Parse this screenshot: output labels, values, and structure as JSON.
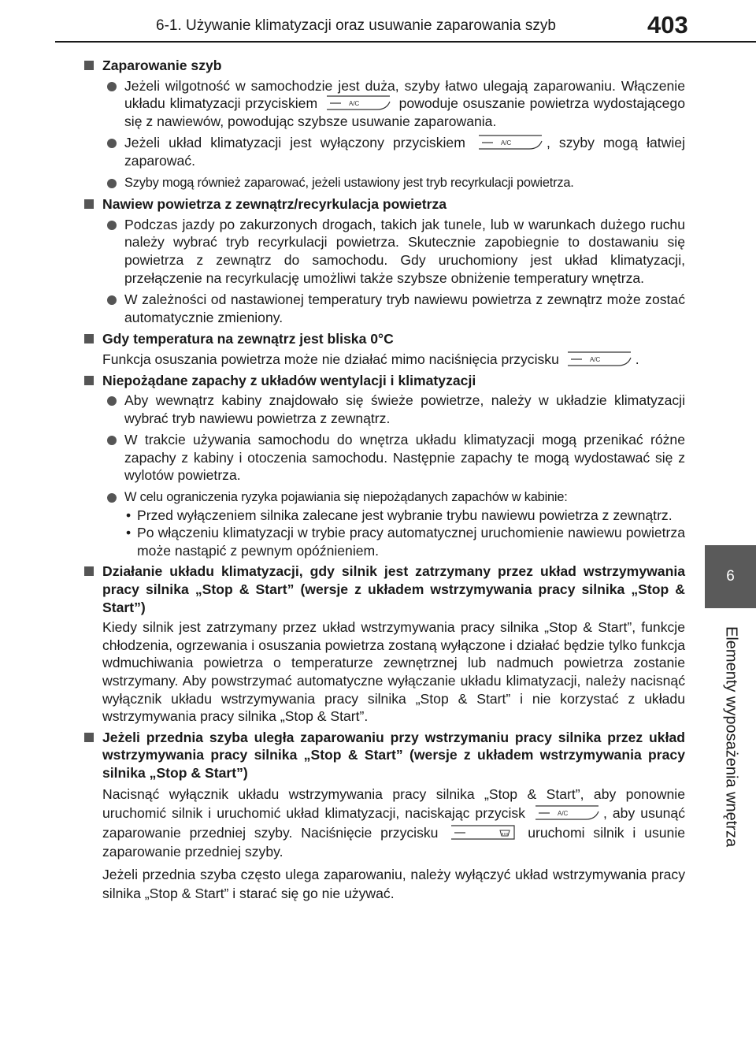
{
  "header": {
    "section_title": "6-1. Używanie klimatyzacji oraz usuwanie zaparowania szyb",
    "page_number": "403"
  },
  "side_tab": {
    "chapter_number": "6",
    "chapter_title": "Elementy wyposażenia wnętrza"
  },
  "icons": {
    "ac_button_text": "A/C",
    "bullet_color": "#555555",
    "tab_color": "#5a5a5a"
  },
  "sections": {
    "s1": {
      "heading": "Zaparowanie szyb",
      "b1_pre": "Jeżeli wilgotność w samochodzie jest duża, szyby łatwo ulegają zaparowaniu. Włączenie układu klimatyzacji przyciskiem",
      "b1_post": "powoduje osuszanie powietrza wydostającego się z nawiewów, powodując szybsze usuwanie zaparowania.",
      "b2_pre": "Jeżeli układ klimatyzacji jest wyłączony przyciskiem",
      "b2_post": ", szyby mogą łatwiej zaparować.",
      "b3": "Szyby mogą również zaparować, jeżeli ustawiony jest tryb recyrkulacji powietrza."
    },
    "s2": {
      "heading": "Nawiew powietrza z zewnątrz/recyrkulacja powietrza",
      "b1": "Podczas jazdy po zakurzonych drogach, takich jak tunele, lub w warunkach dużego ruchu należy wybrać tryb recyrkulacji powietrza. Skutecznie zapobiegnie to dostawaniu się powietrza z zewnątrz do samochodu. Gdy uruchomiony jest układ klimatyzacji, przełączenie na recyrkulację umożliwi także szybsze obniżenie temperatury wnętrza.",
      "b2": "W zależności od nastawionej temperatury tryb nawiewu powietrza z zewnątrz może zostać automatycznie zmieniony."
    },
    "s3": {
      "heading": "Gdy temperatura na zewnątrz jest bliska 0°C",
      "p1": "Funkcja osuszania powietrza może nie działać mimo naciśnięcia przycisku",
      "p1_end": "."
    },
    "s4": {
      "heading": "Niepożądane zapachy z układów wentylacji i klimatyzacji",
      "b1": "Aby wewnątrz kabiny znajdowało się świeże powietrze, należy w układzie klimatyzacji wybrać tryb nawiewu powietrza z zewnątrz.",
      "b2": "W trakcie używania samochodu do wnętrza układu klimatyzacji mogą przenikać różne zapachy z kabiny i otoczenia samochodu. Następnie zapachy te mogą wydostawać się z wylotów powietrza.",
      "b3": "W celu ograniczenia ryzyka pojawiania się niepożądanych zapachów w kabinie:",
      "sub1": "Przed wyłączeniem silnika zalecane jest wybranie trybu nawiewu powietrza z zewnątrz.",
      "sub2": "Po włączeniu klimatyzacji w trybie pracy automatycznej uruchomienie nawiewu powietrza może nastąpić z pewnym opóźnieniem.",
      "marker": "•"
    },
    "s5": {
      "heading": "Działanie układu klimatyzacji, gdy silnik jest zatrzymany przez układ wstrzymywania pracy silnika „Stop & Start” (wersje z układem wstrzymywania pracy silnika „Stop & Start”)",
      "p1": "Kiedy silnik jest zatrzymany przez układ wstrzymywania pracy silnika „Stop & Start”, funkcje chłodzenia, ogrzewania i osuszania powietrza zostaną wyłączone i działać będzie tylko funkcja wdmuchiwania powietrza o temperaturze zewnętrznej lub nadmuch powietrza zostanie wstrzymany. Aby powstrzymać automatyczne wyłączanie układu klimatyzacji, należy nacisnąć wyłącznik układu wstrzymywania pracy silnika „Stop & Start” i nie korzystać z układu wstrzymywania pracy silnika „Stop & Start”."
    },
    "s6": {
      "heading": "Jeżeli przednia szyba uległa zaparowaniu przy wstrzymaniu pracy silnika przez układ wstrzymywania pracy silnika „Stop & Start” (wersje z układem wstrzymywania pracy silnika „Stop & Start”)",
      "p1_pre": "Nacisnąć wyłącznik układu wstrzymywania pracy silnika „Stop & Start”, aby ponownie uruchomić silnik i uruchomić układ klimatyzacji, naciskając przycisk",
      "p1_mid": ", aby usunąć zaparowanie przedniej szyby. Naciśnięcie przycisku",
      "p1_post": "uruchomi silnik i usunie zaparowanie przedniej szyby.",
      "p2": "Jeżeli przednia szyba często ulega zaparowaniu, należy wyłączyć układ wstrzymywania pracy silnika „Stop & Start” i starać się go nie używać."
    }
  }
}
